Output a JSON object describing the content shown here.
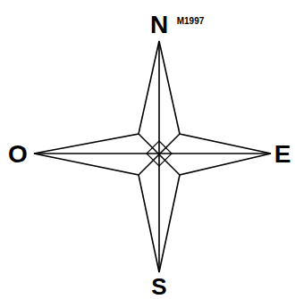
{
  "diagram": {
    "labels": [
      "N",
      "M1997",
      "O",
      "E",
      "S"
    ]
  }
}
